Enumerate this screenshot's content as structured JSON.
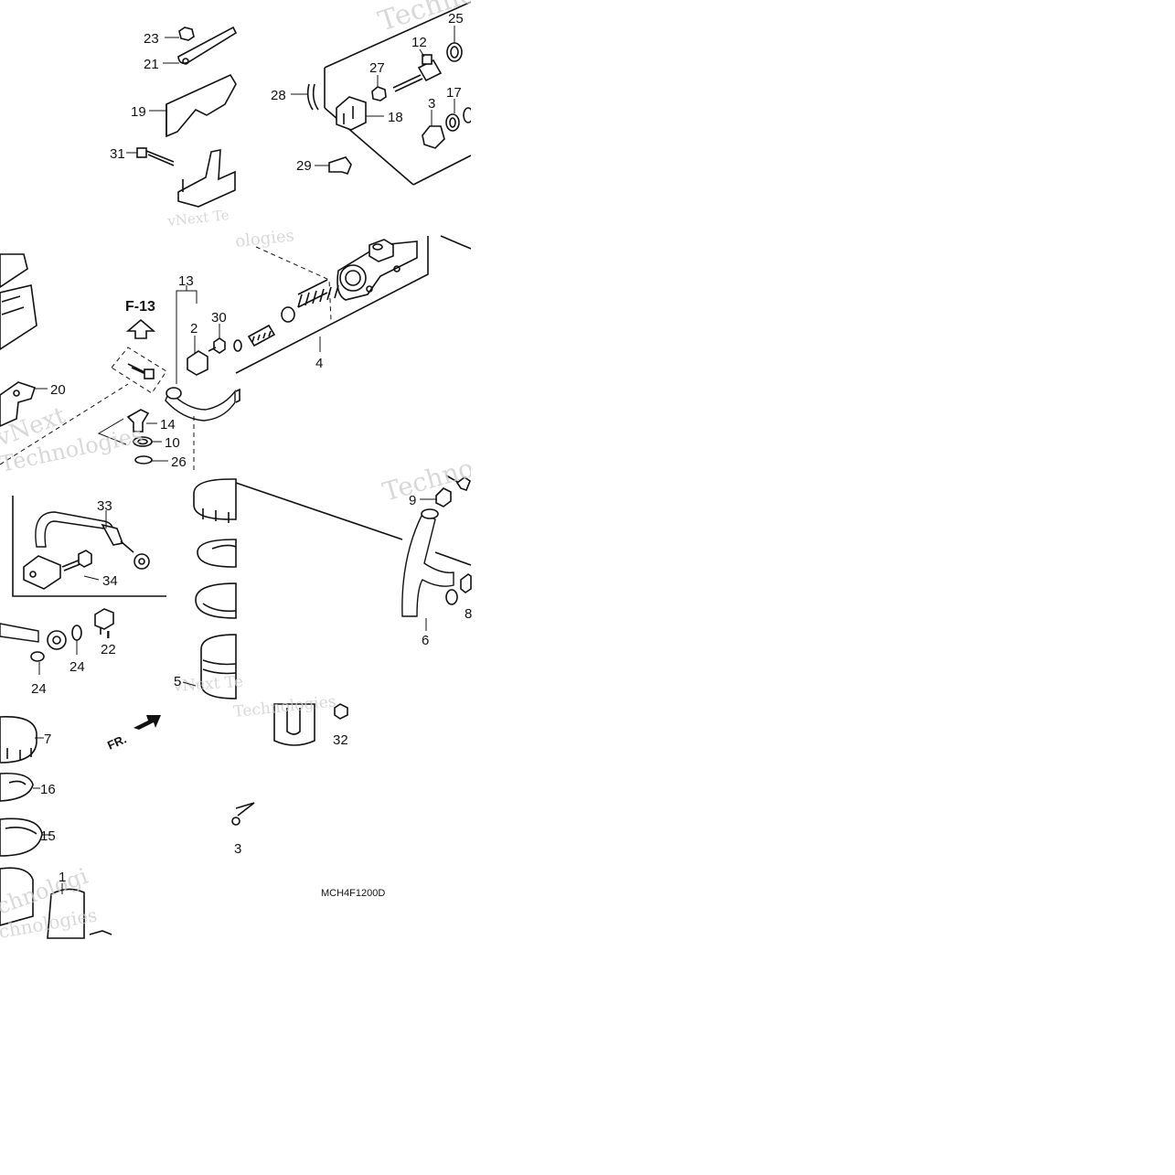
{
  "diagram": {
    "code": "MCH4F1200D",
    "ref_label": "F-13",
    "front_label": "FR.",
    "watermarks": [
      "Techno",
      "vNext Te",
      "ologies",
      "vNext",
      "Technologies",
      "chnologi",
      "Techno",
      "vNext Te",
      "Technologies",
      "chnologies"
    ],
    "callouts": [
      {
        "id": "c23",
        "label": "23"
      },
      {
        "id": "c21",
        "label": "21"
      },
      {
        "id": "c19",
        "label": "19"
      },
      {
        "id": "c31",
        "label": "31"
      },
      {
        "id": "c25",
        "label": "25"
      },
      {
        "id": "c12",
        "label": "12"
      },
      {
        "id": "c27",
        "label": "27"
      },
      {
        "id": "c28",
        "label": "28"
      },
      {
        "id": "c17",
        "label": "17"
      },
      {
        "id": "c3",
        "label": "3"
      },
      {
        "id": "c18",
        "label": "18"
      },
      {
        "id": "c29",
        "label": "29"
      },
      {
        "id": "c13",
        "label": "13"
      },
      {
        "id": "c2",
        "label": "2"
      },
      {
        "id": "c30",
        "label": "30"
      },
      {
        "id": "c4",
        "label": "4"
      },
      {
        "id": "c20",
        "label": "20"
      },
      {
        "id": "c14",
        "label": "14"
      },
      {
        "id": "c10",
        "label": "10"
      },
      {
        "id": "c26",
        "label": "26"
      },
      {
        "id": "c33",
        "label": "33"
      },
      {
        "id": "c34",
        "label": "34"
      },
      {
        "id": "c22",
        "label": "22"
      },
      {
        "id": "c24a",
        "label": "24"
      },
      {
        "id": "c24b",
        "label": "24"
      },
      {
        "id": "c9",
        "label": "9"
      },
      {
        "id": "c8",
        "label": "8"
      },
      {
        "id": "c6",
        "label": "6"
      },
      {
        "id": "c5",
        "label": "5"
      },
      {
        "id": "c32",
        "label": "32"
      },
      {
        "id": "c7",
        "label": "7"
      },
      {
        "id": "c16",
        "label": "16"
      },
      {
        "id": "c15",
        "label": "15"
      },
      {
        "id": "c1",
        "label": "1"
      },
      {
        "id": "c3b",
        "label": "3"
      }
    ]
  }
}
